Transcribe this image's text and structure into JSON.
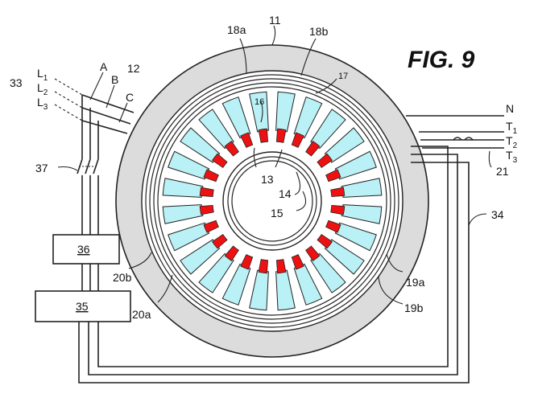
{
  "figure": {
    "title": "FIG. 9",
    "colors": {
      "stator_ring": "#dcdcdc",
      "slot_fill": "#b9f1f6",
      "magnet_fill": "#ee1111",
      "outline": "#222222",
      "background": "#ffffff"
    },
    "labels": {
      "l11": "11",
      "l12": "12",
      "l13": "13",
      "l14": "14",
      "l15": "15",
      "l16": "16",
      "l17": "17",
      "l18a": "18a",
      "l18b": "18b",
      "l19a": "19a",
      "l19b": "19b",
      "l20a": "20a",
      "l20b": "20b",
      "l21": "21",
      "l33": "33",
      "l34": "34",
      "l37": "37",
      "lA": "A",
      "lB": "B",
      "lC": "C",
      "lN": "N"
    },
    "lines_in": [
      {
        "letter": "L",
        "sub": "1"
      },
      {
        "letter": "L",
        "sub": "2"
      },
      {
        "letter": "L",
        "sub": "3"
      }
    ],
    "terminals": [
      {
        "letter": "T",
        "sub": "1"
      },
      {
        "letter": "T",
        "sub": "2"
      },
      {
        "letter": "T",
        "sub": "3"
      }
    ],
    "boxes": {
      "b36": "36",
      "b35": "35"
    },
    "slot_count": 24,
    "magnet_count": 24
  }
}
